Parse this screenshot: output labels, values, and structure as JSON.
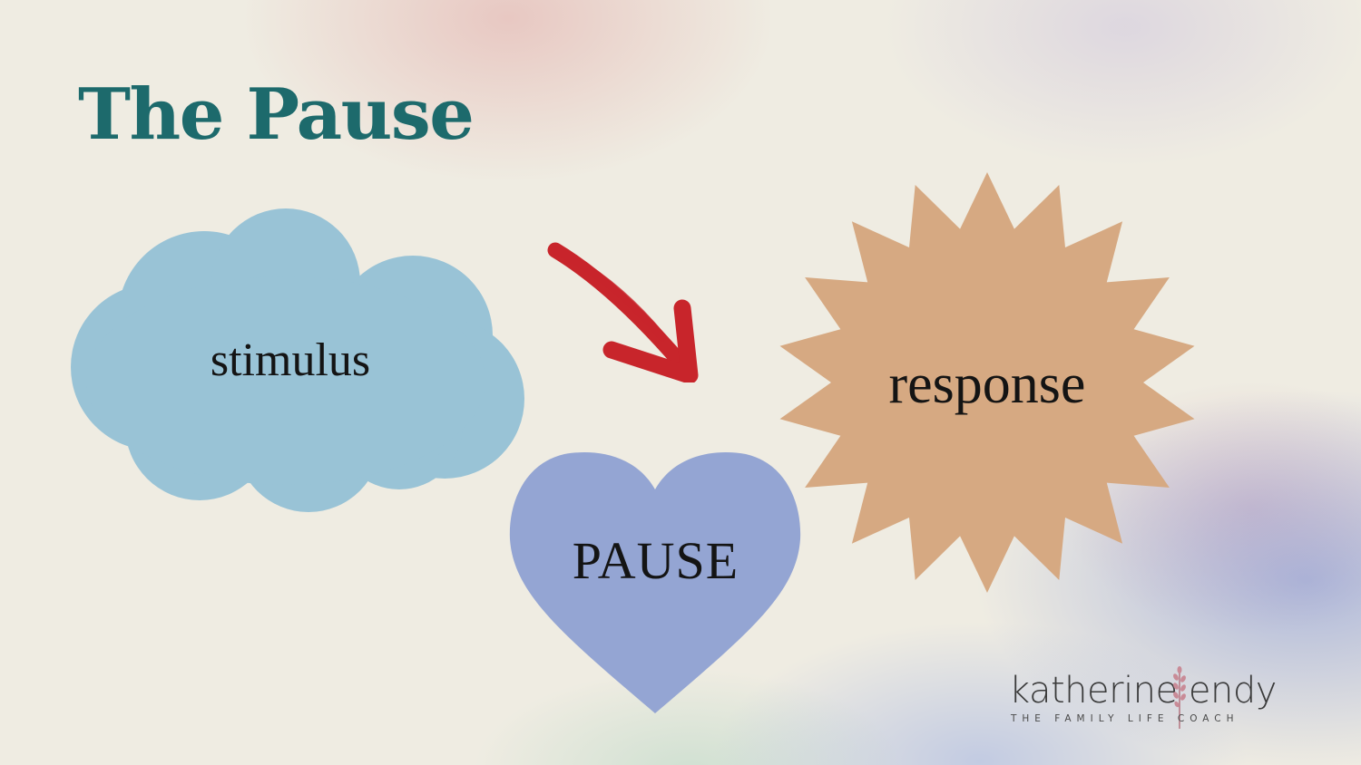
{
  "title": "The Pause",
  "diagram": {
    "nodes": [
      {
        "id": "stimulus",
        "label": "stimulus",
        "shape": "cloud",
        "color": "#99c3d6"
      },
      {
        "id": "pause",
        "label": "PAUSE",
        "shape": "heart",
        "color": "#94a5d3"
      },
      {
        "id": "response",
        "label": "response",
        "shape": "starburst",
        "color": "#d6a982"
      }
    ],
    "edges": [
      {
        "from": "stimulus",
        "to": "pause",
        "style": "red-brush-arrow",
        "color": "#c8252b"
      }
    ]
  },
  "logo": {
    "name": "katherine endy",
    "tagline": "THE FAMILY LIFE COACH"
  },
  "colors": {
    "title": "#1d6a6c",
    "background": "#efece2"
  }
}
